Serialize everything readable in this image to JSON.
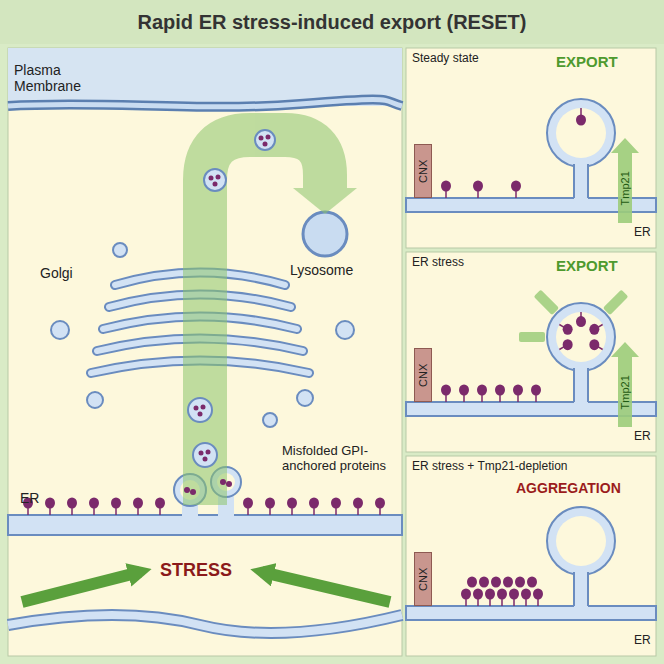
{
  "diagram": {
    "title": "Rapid ER stress-induced export (RESET)",
    "nodes": [
      {
        "text": [
          "Plasma Membrane",
          "Golgi",
          "Lysosome",
          "Misfolded GPI-anchored proteins",
          "STRESS",
          "ER"
        ]
      },
      {
        "text": [
          "Steady state",
          "EXPORT",
          "Tmp21",
          "ER"
        ]
      },
      {
        "text": [
          "CNX"
        ],
        "in": 1
      },
      {
        "text": [
          "ER stress",
          "EXPORT",
          "Tmp21",
          "ER"
        ]
      },
      {
        "text": [
          "CNX"
        ],
        "in": 3
      },
      {
        "text": [
          "ER stress + Tmp21-depletion",
          "AGGREGATION",
          "ER"
        ]
      },
      {
        "text": [
          "CNX"
        ],
        "in": 5
      }
    ]
  }
}
